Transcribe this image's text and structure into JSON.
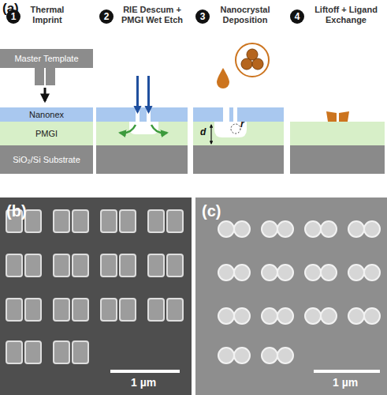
{
  "diagram": {
    "nodes": [
      {
        "text": [
          "1",
          "Thermal Imprint"
        ]
      },
      {
        "text": [
          "2",
          "RIE Descum + PMGI Wet Etch"
        ]
      },
      {
        "text": [
          "3",
          "Nanocrystal Deposition"
        ]
      },
      {
        "text": [
          "4",
          "Liftoff + Ligand Exchange"
        ]
      },
      {
        "text": [
          "Master Template"
        ]
      },
      {
        "text": [
          "Nanonex"
        ]
      },
      {
        "text": [
          "PMGI"
        ]
      },
      {
        "text": [
          "SiO₂/Si Substrate"
        ]
      }
    ],
    "labels": [
      "(a)",
      "d",
      "r",
      "(b)",
      "1 µm",
      "(c)",
      "1 µm"
    ]
  }
}
